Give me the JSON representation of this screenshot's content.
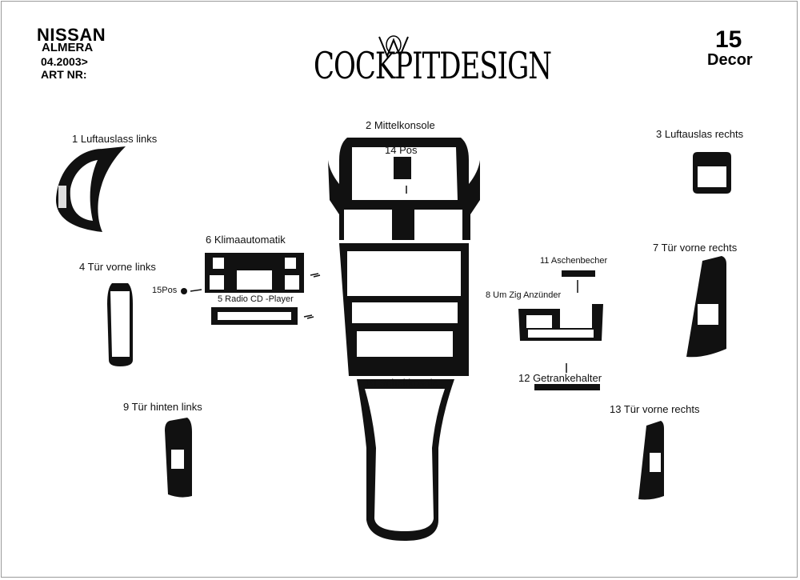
{
  "header": {
    "brand": "NISSAN",
    "model": "ALMERA",
    "date": "04.2003>",
    "art_nr": "ART NR:",
    "logo_text": "COCKPITDESIGN",
    "decor_number": "15",
    "decor_label": "Decor"
  },
  "labels": {
    "p1": "1  Luftauslass links",
    "p2": "2  Mittelkonsole",
    "p3": "3  Luftauslas rechts",
    "p4": "4  Tür vorne links",
    "p5": "5  Radio CD -Player",
    "p6": "6  Klimaautomatik",
    "p7": "7  Tür vorne rechts",
    "p8": "8  Um Zig Anzünder",
    "p9": "9  Tür hinten links",
    "p10": "10  Schaltkosole",
    "p11": "11  Aschenbecher",
    "p12": "12  Getrankehalter",
    "p13": "13  Tür vorne rechts",
    "p14": "14 Pos",
    "p15": "15Pos"
  },
  "colors": {
    "part_fill": "#111111",
    "background": "#ffffff",
    "frame": "#9a9a9a"
  }
}
